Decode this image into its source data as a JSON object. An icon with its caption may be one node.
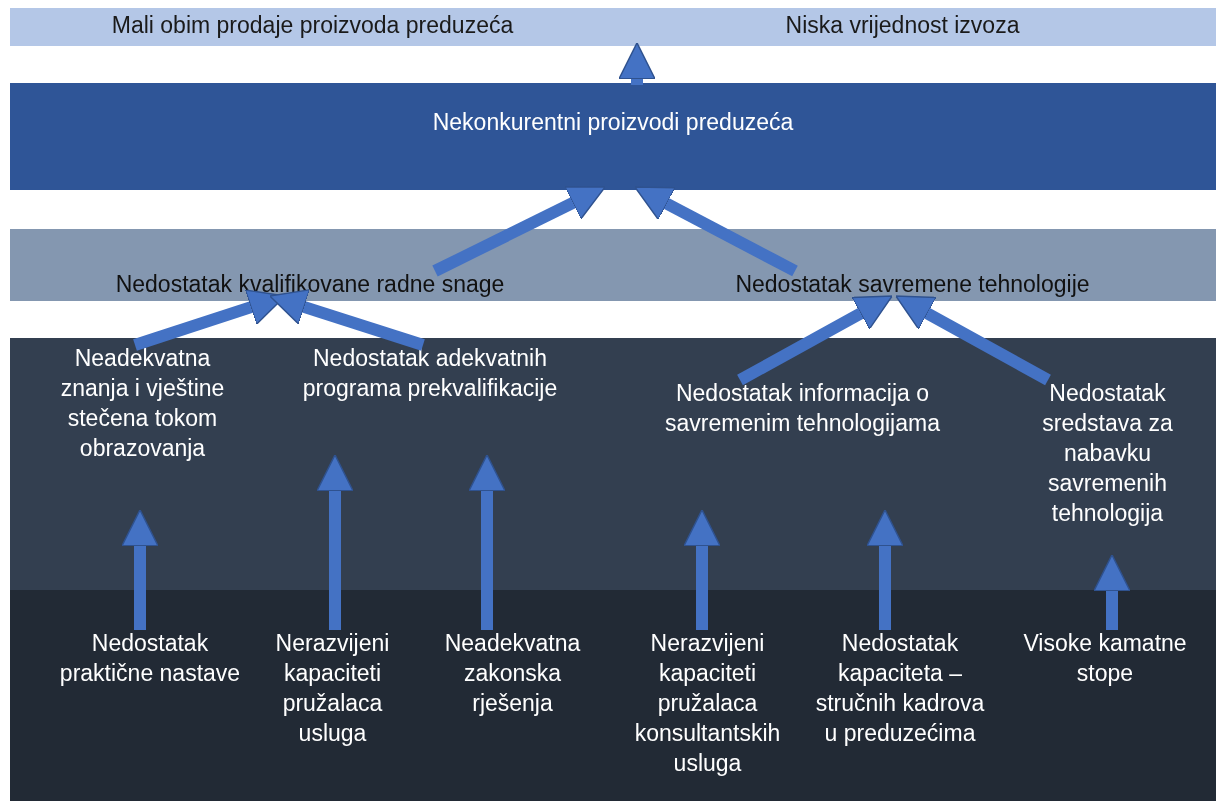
{
  "diagram": {
    "nodes": [
      {
        "text": [],
        "shape": "band"
      },
      {
        "text": [
          "Mali obim prodaje proizvoda preduzeća"
        ],
        "in": 0
      },
      {
        "text": [
          "Niska vrijednost izvoza"
        ],
        "in": 0
      },
      {
        "text": [
          "Nekonkurentni proizvodi preduzeća"
        ]
      },
      {
        "text": [],
        "shape": "band"
      },
      {
        "text": [
          "Nedostatak kvalifikovane radne snage"
        ],
        "in": 4
      },
      {
        "text": [
          "Nedostatak savremene tehnologije"
        ],
        "in": 4
      },
      {
        "text": [],
        "shape": "band"
      },
      {
        "text": [
          "Neadekvatna znanja i vještine stečena tokom obrazovanja"
        ],
        "in": 7
      },
      {
        "text": [
          "Nedostatak adekvatnih programa prekvalifikacije"
        ],
        "in": 7
      },
      {
        "text": [
          "Nedostatak informacija o savremenim tehnologijama"
        ],
        "in": 7
      },
      {
        "text": [
          "Nedostatak sredstava za nabavku savremenih tehnologija"
        ],
        "in": 7
      },
      {
        "text": [],
        "shape": "band"
      },
      {
        "text": [
          "Nedostatak praktične nastave"
        ],
        "in": 12
      },
      {
        "text": [
          "Nerazvijeni kapaciteti pružalaca usluga"
        ],
        "in": 12
      },
      {
        "text": [
          "Neadekvatna zakonska rješenja"
        ],
        "in": 12
      },
      {
        "text": [
          "Nerazvijeni kapaciteti pružalaca konsultantskih usluga"
        ],
        "in": 12
      },
      {
        "text": [
          "Nedostatak kapaciteta – stručnih kadrova u preduzećima"
        ],
        "in": 12
      },
      {
        "text": [
          "Visoke kamatne stope"
        ],
        "in": 12
      }
    ],
    "edges": [
      {
        "from": 3,
        "to": 0,
        "arrow": "to"
      },
      {
        "from": 5,
        "to": 3,
        "arrow": "to"
      },
      {
        "from": 6,
        "to": 3,
        "arrow": "to"
      },
      {
        "from": 8,
        "to": 5,
        "arrow": "to"
      },
      {
        "from": 9,
        "to": 5,
        "arrow": "to"
      },
      {
        "from": 10,
        "to": 6,
        "arrow": "to"
      },
      {
        "from": 11,
        "to": 6,
        "arrow": "to"
      },
      {
        "from": 13,
        "to": 8,
        "arrow": "to"
      },
      {
        "from": 14,
        "to": 9,
        "arrow": "to"
      },
      {
        "from": 15,
        "to": 9,
        "arrow": "to"
      },
      {
        "from": 16,
        "to": 10,
        "arrow": "to"
      },
      {
        "from": 17,
        "to": 10,
        "arrow": "to"
      },
      {
        "from": 18,
        "to": 11,
        "arrow": "to"
      }
    ]
  }
}
